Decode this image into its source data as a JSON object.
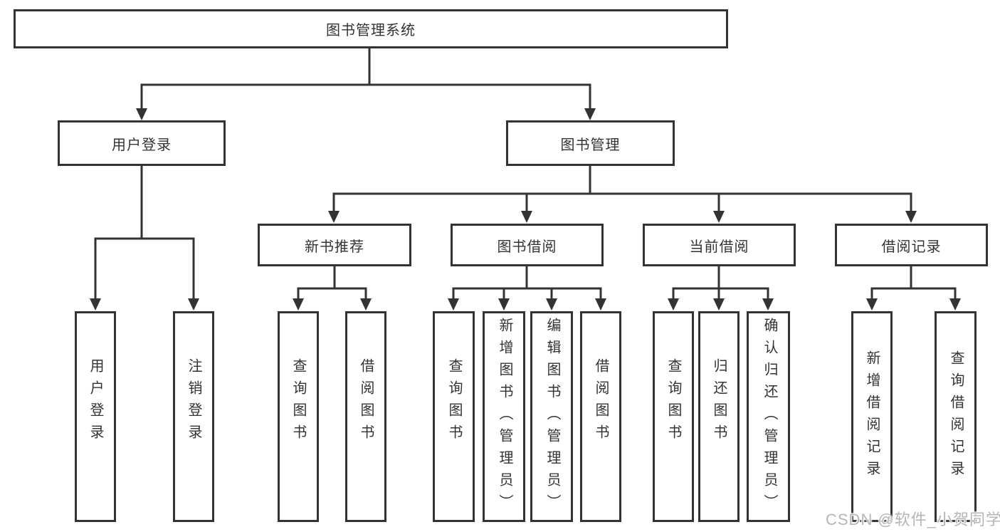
{
  "root": {
    "label": "图书管理系统",
    "children": [
      {
        "label": "用户登录",
        "children": [
          {
            "label": "用户登录"
          },
          {
            "label": "注销登录"
          }
        ]
      },
      {
        "label": "图书管理",
        "children": [
          {
            "label": "新书推荐",
            "children": [
              {
                "label": "查询图书"
              },
              {
                "label": "借阅图书"
              }
            ]
          },
          {
            "label": "图书借阅",
            "children": [
              {
                "label": "查询图书"
              },
              {
                "label": "新增图书（管理员）"
              },
              {
                "label": "编辑图书（管理员）"
              },
              {
                "label": "借阅图书"
              }
            ]
          },
          {
            "label": "当前借阅",
            "children": [
              {
                "label": "查询图书"
              },
              {
                "label": "归还图书"
              },
              {
                "label": "确认归还（管理员）"
              }
            ]
          },
          {
            "label": "借阅记录",
            "children": [
              {
                "label": "新增借阅记录"
              },
              {
                "label": "查询借阅记录"
              }
            ]
          }
        ]
      }
    ]
  },
  "watermark": {
    "text": "CSDN @软件_小贺同学"
  },
  "colors": {
    "line": "#333333",
    "box_border": "#333333",
    "text": "#333333",
    "watermark_text": "#b5b5b5",
    "background": "#ffffff"
  }
}
